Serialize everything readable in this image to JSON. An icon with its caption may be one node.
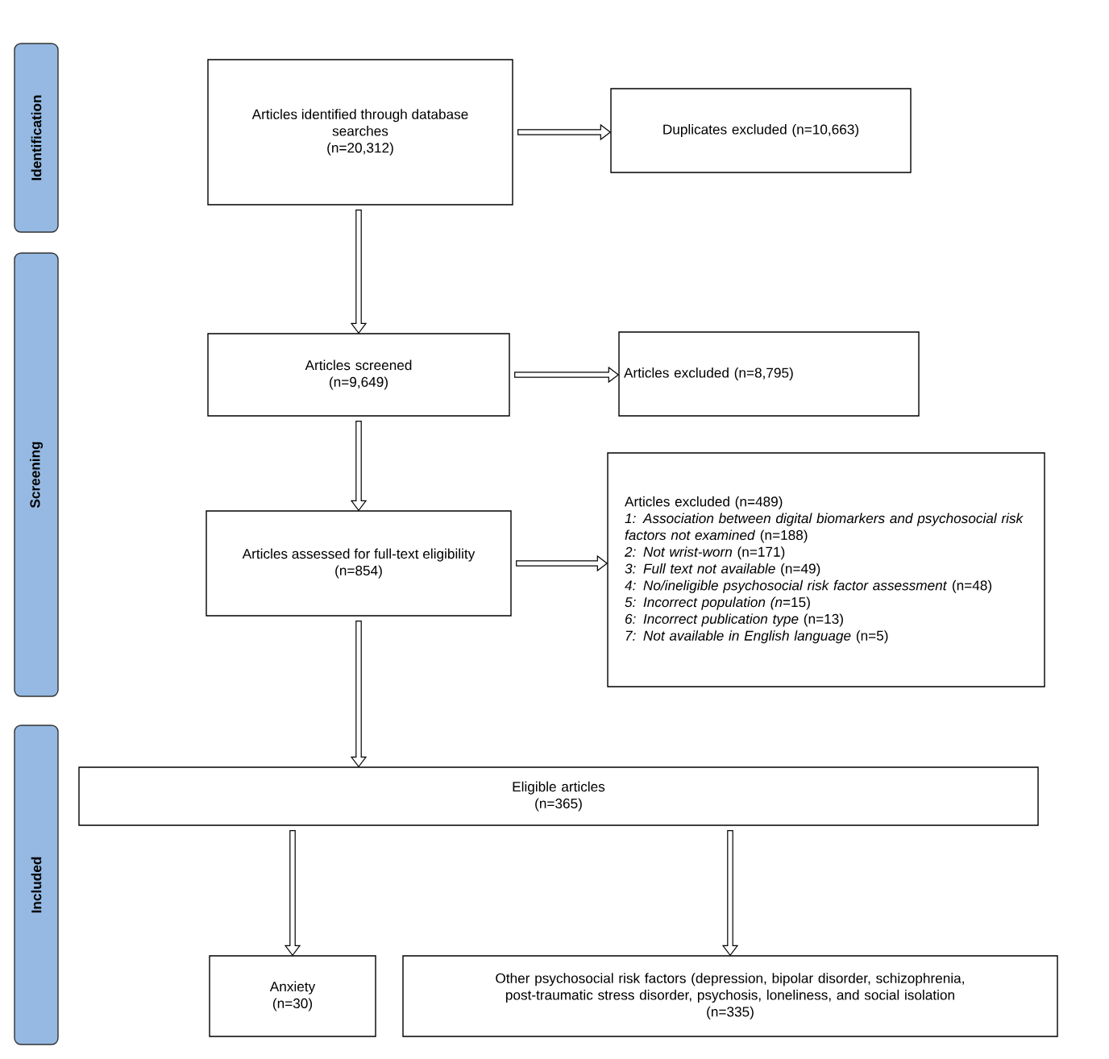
{
  "diagram": {
    "nodes": [
      {
        "text": [
          "Identification"
        ]
      },
      {
        "text": [
          "Screening"
        ]
      },
      {
        "text": [
          "Included"
        ]
      },
      {
        "text": [
          "Articles identified through database searches",
          "(n=20,312)"
        ]
      },
      {
        "text": [
          "Duplicates excluded (n=10,663)"
        ]
      },
      {
        "text": [
          "Articles screened",
          "(n=9,649)"
        ]
      },
      {
        "text": [
          "Articles excluded (n=8,795)"
        ]
      },
      {
        "text": [
          "Articles assessed for full-text eligibility",
          "(n=854)"
        ]
      },
      {
        "text": [
          "Articles excluded (n=489)",
          "*1: Association between digital biomarkers and psychosocial risk factors not examined* (n=188)",
          "*2: Not wrist-worn* (n=171)",
          "*3: Full text not available* (n=49)",
          "*4: No/ineligible psychosocial risk factor assessment* (n=48)",
          "*5: Incorrect population (n*=15)",
          "*6: Incorrect publication type* (n=13)",
          "*7: Not available in English language* (n=5)"
        ]
      },
      {
        "text": [
          "Eligible articles",
          "(n=365)"
        ]
      },
      {
        "text": [
          "Anxiety",
          "(n=30)"
        ]
      },
      {
        "text": [
          "Other psychosocial risk factors (depression, bipolar disorder, schizophrenia, post-traumatic stress disorder, psychosis, loneliness, and social isolation",
          "(n=335)"
        ]
      }
    ],
    "edges": [
      {
        "from": 3,
        "to": 4,
        "arrow": "to"
      },
      {
        "from": 3,
        "to": 5,
        "arrow": "to"
      },
      {
        "from": 5,
        "to": 6,
        "arrow": "to"
      },
      {
        "from": 5,
        "to": 7,
        "arrow": "to"
      },
      {
        "from": 7,
        "to": 8,
        "arrow": "to"
      },
      {
        "from": 7,
        "to": 9,
        "arrow": "to"
      },
      {
        "from": 9,
        "to": 10,
        "arrow": "to"
      },
      {
        "from": 9,
        "to": 11,
        "arrow": "to"
      }
    ]
  }
}
